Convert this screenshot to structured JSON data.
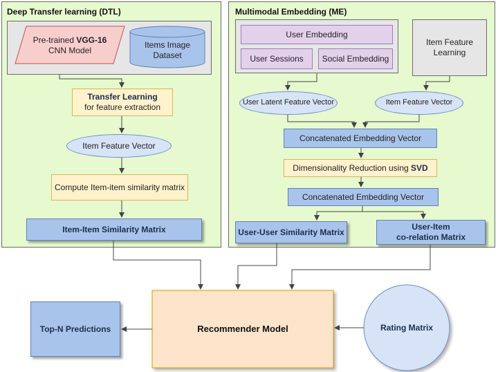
{
  "dtl": {
    "title": "Deep Transfer learning (DTL)",
    "vgg_line1": "Pre-trained ",
    "vgg_bold": "VGG-16",
    "vgg_line2": "CNN Model",
    "dataset": "Items Image Dataset",
    "transfer_bold": "Transfer Learning",
    "transfer_sub": "for feature extraction",
    "item_feature_vector": "Item Feature Vector",
    "compute_similarity": "Compute Item-item similarity matrix",
    "item_item_matrix": "Item-Item Similarity Matrix"
  },
  "me": {
    "title": "Multimodal Embedding (ME)",
    "user_embedding": "User Embedding",
    "user_sessions": "User Sessions",
    "social_embedding": "Social Embedding",
    "item_feature_learning": "Item Feature Learning",
    "user_latent_vector": "User Latent Feature Vector",
    "item_feature_vector": "Item Feature Vector",
    "concat_vector_1": "Concatenated Embedding Vector",
    "dim_reduction_text": "Dimensionality Reduction using ",
    "dim_reduction_bold": "SVD",
    "concat_vector_2": "Concatenated Embedding Vector",
    "user_user_matrix": "User-User Similarity Matrix",
    "user_item_line1": "User-Item",
    "user_item_line2": "co-relation Matrix"
  },
  "bottom": {
    "recommender": "Recommender Model",
    "top_n": "Top-N Predictions",
    "rating_matrix": "Rating Matrix"
  },
  "colors": {
    "panel_fill": "#e6f9cf",
    "grey_fill": "#e6e6e6",
    "purple_fill": "#e3d0eb",
    "yellow_fill": "#fff2cc",
    "blue_fill": "#a9c4eb",
    "ellipse_fill": "#d7e3f6",
    "pink_fill": "#f8cecc",
    "recommender_fill": "#fde4cb",
    "rating_fill": "#d7e3f6"
  }
}
